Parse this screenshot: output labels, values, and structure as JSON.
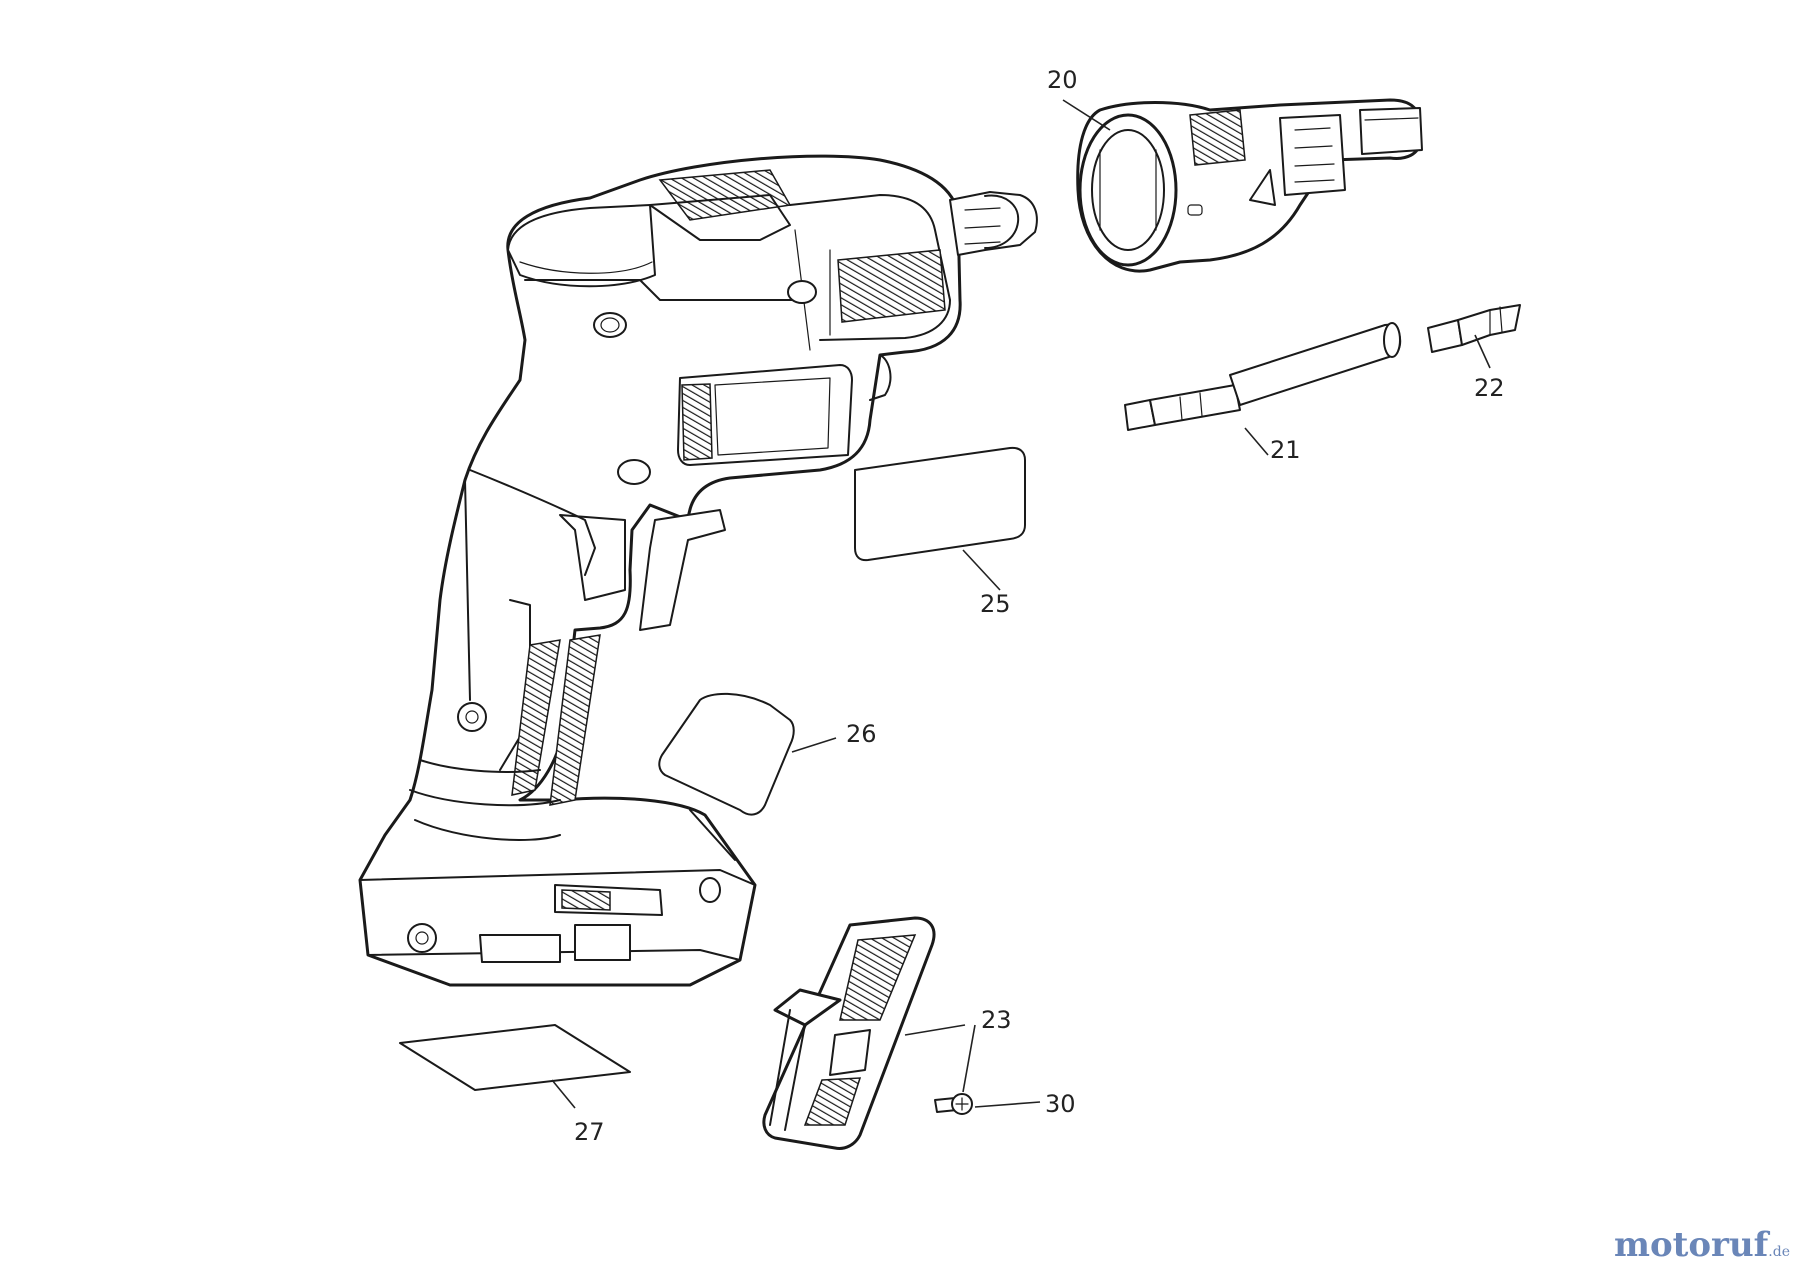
{
  "parts": [
    {
      "id": "part-20",
      "label": "20"
    },
    {
      "id": "part-21",
      "label": "21"
    },
    {
      "id": "part-22",
      "label": "22"
    },
    {
      "id": "part-23",
      "label": "23"
    },
    {
      "id": "part-25",
      "label": "25"
    },
    {
      "id": "part-26",
      "label": "26"
    },
    {
      "id": "part-27",
      "label": "27"
    },
    {
      "id": "part-30",
      "label": "30"
    }
  ],
  "watermark": {
    "brand": "motoruf",
    "tld": ".de",
    "brand_color": "#6a86b8",
    "accent_color": "#e07b1a"
  }
}
